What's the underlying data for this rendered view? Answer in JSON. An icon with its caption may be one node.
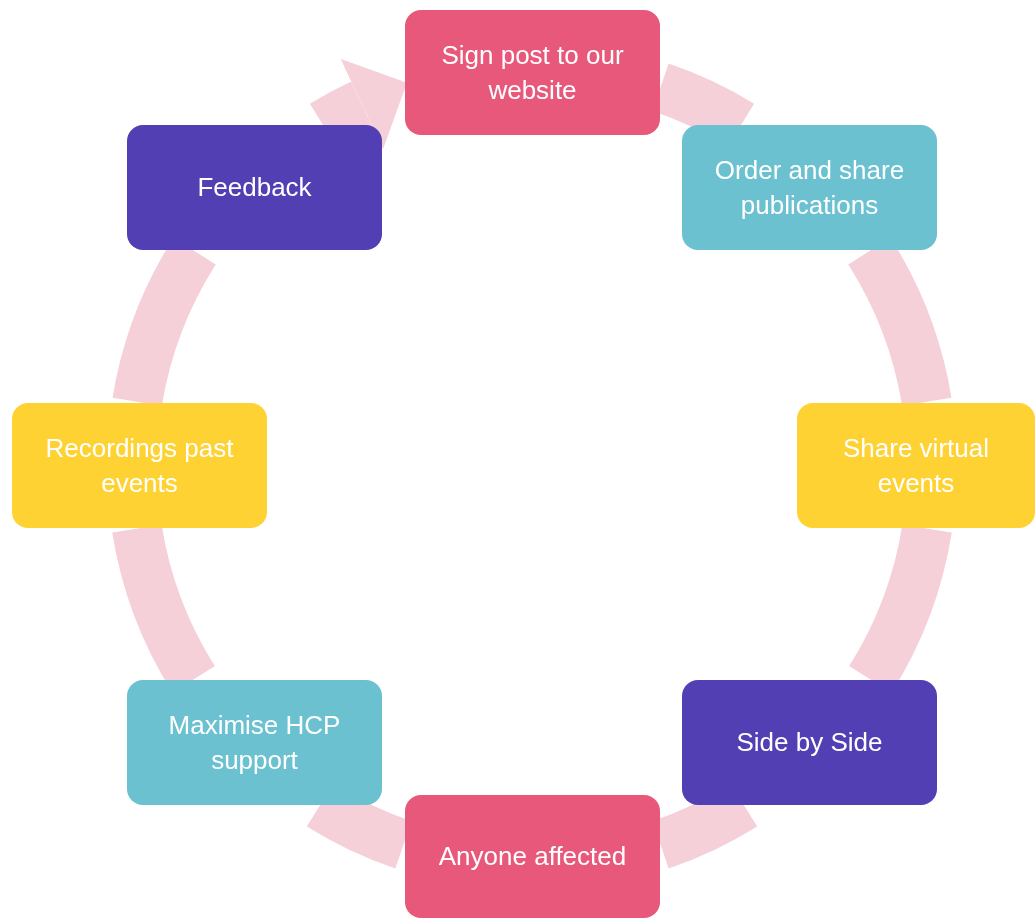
{
  "diagram": {
    "nodes": [
      {
        "text": [
          "Sign post to our website"
        ]
      },
      {
        "text": [
          "Order and share publications"
        ]
      },
      {
        "text": [
          "Share virtual events"
        ]
      },
      {
        "text": [
          "Side by Side"
        ]
      },
      {
        "text": [
          "Anyone affected"
        ]
      },
      {
        "text": [
          "Maximise HCP support"
        ]
      },
      {
        "text": [
          "Recordings past events"
        ]
      },
      {
        "text": [
          "Feedback"
        ]
      }
    ],
    "edges": [
      {
        "from": 0,
        "to": 1,
        "arrow": "none"
      },
      {
        "from": 1,
        "to": 2,
        "arrow": "none"
      },
      {
        "from": 2,
        "to": 3,
        "arrow": "none"
      },
      {
        "from": 3,
        "to": 4,
        "arrow": "none"
      },
      {
        "from": 4,
        "to": 5,
        "arrow": "none"
      },
      {
        "from": 5,
        "to": 6,
        "arrow": "none"
      },
      {
        "from": 6,
        "to": 7,
        "arrow": "none"
      },
      {
        "from": 7,
        "to": 0,
        "arrow": "to"
      }
    ]
  }
}
